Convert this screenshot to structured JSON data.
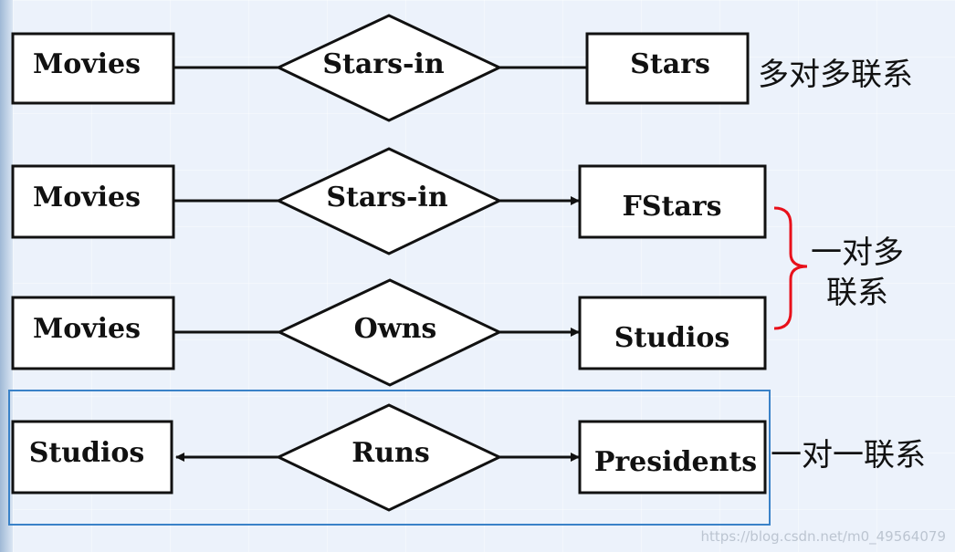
{
  "rows": [
    {
      "left": "Movies",
      "relationship": "Stars-in",
      "right": "Stars",
      "left_arrow": false,
      "right_arrow": false
    },
    {
      "left": "Movies",
      "relationship": "Stars-in",
      "right": "FStars",
      "left_arrow": false,
      "right_arrow": true
    },
    {
      "left": "Movies",
      "relationship": "Owns",
      "right": "Studios",
      "left_arrow": false,
      "right_arrow": true
    },
    {
      "left": "Studios",
      "relationship": "Runs",
      "right": "Presidents",
      "left_arrow": true,
      "right_arrow": true
    }
  ],
  "notes": {
    "many_to_many": "多对多联系",
    "one_to_many_line1": "一对多",
    "one_to_many_line2": "联系",
    "one_to_one": "一对一联系"
  },
  "colors": {
    "brace": "#e8101a",
    "highlight_box": "#3a82c8"
  },
  "watermark": "https://blog.csdn.net/m0_49564079"
}
